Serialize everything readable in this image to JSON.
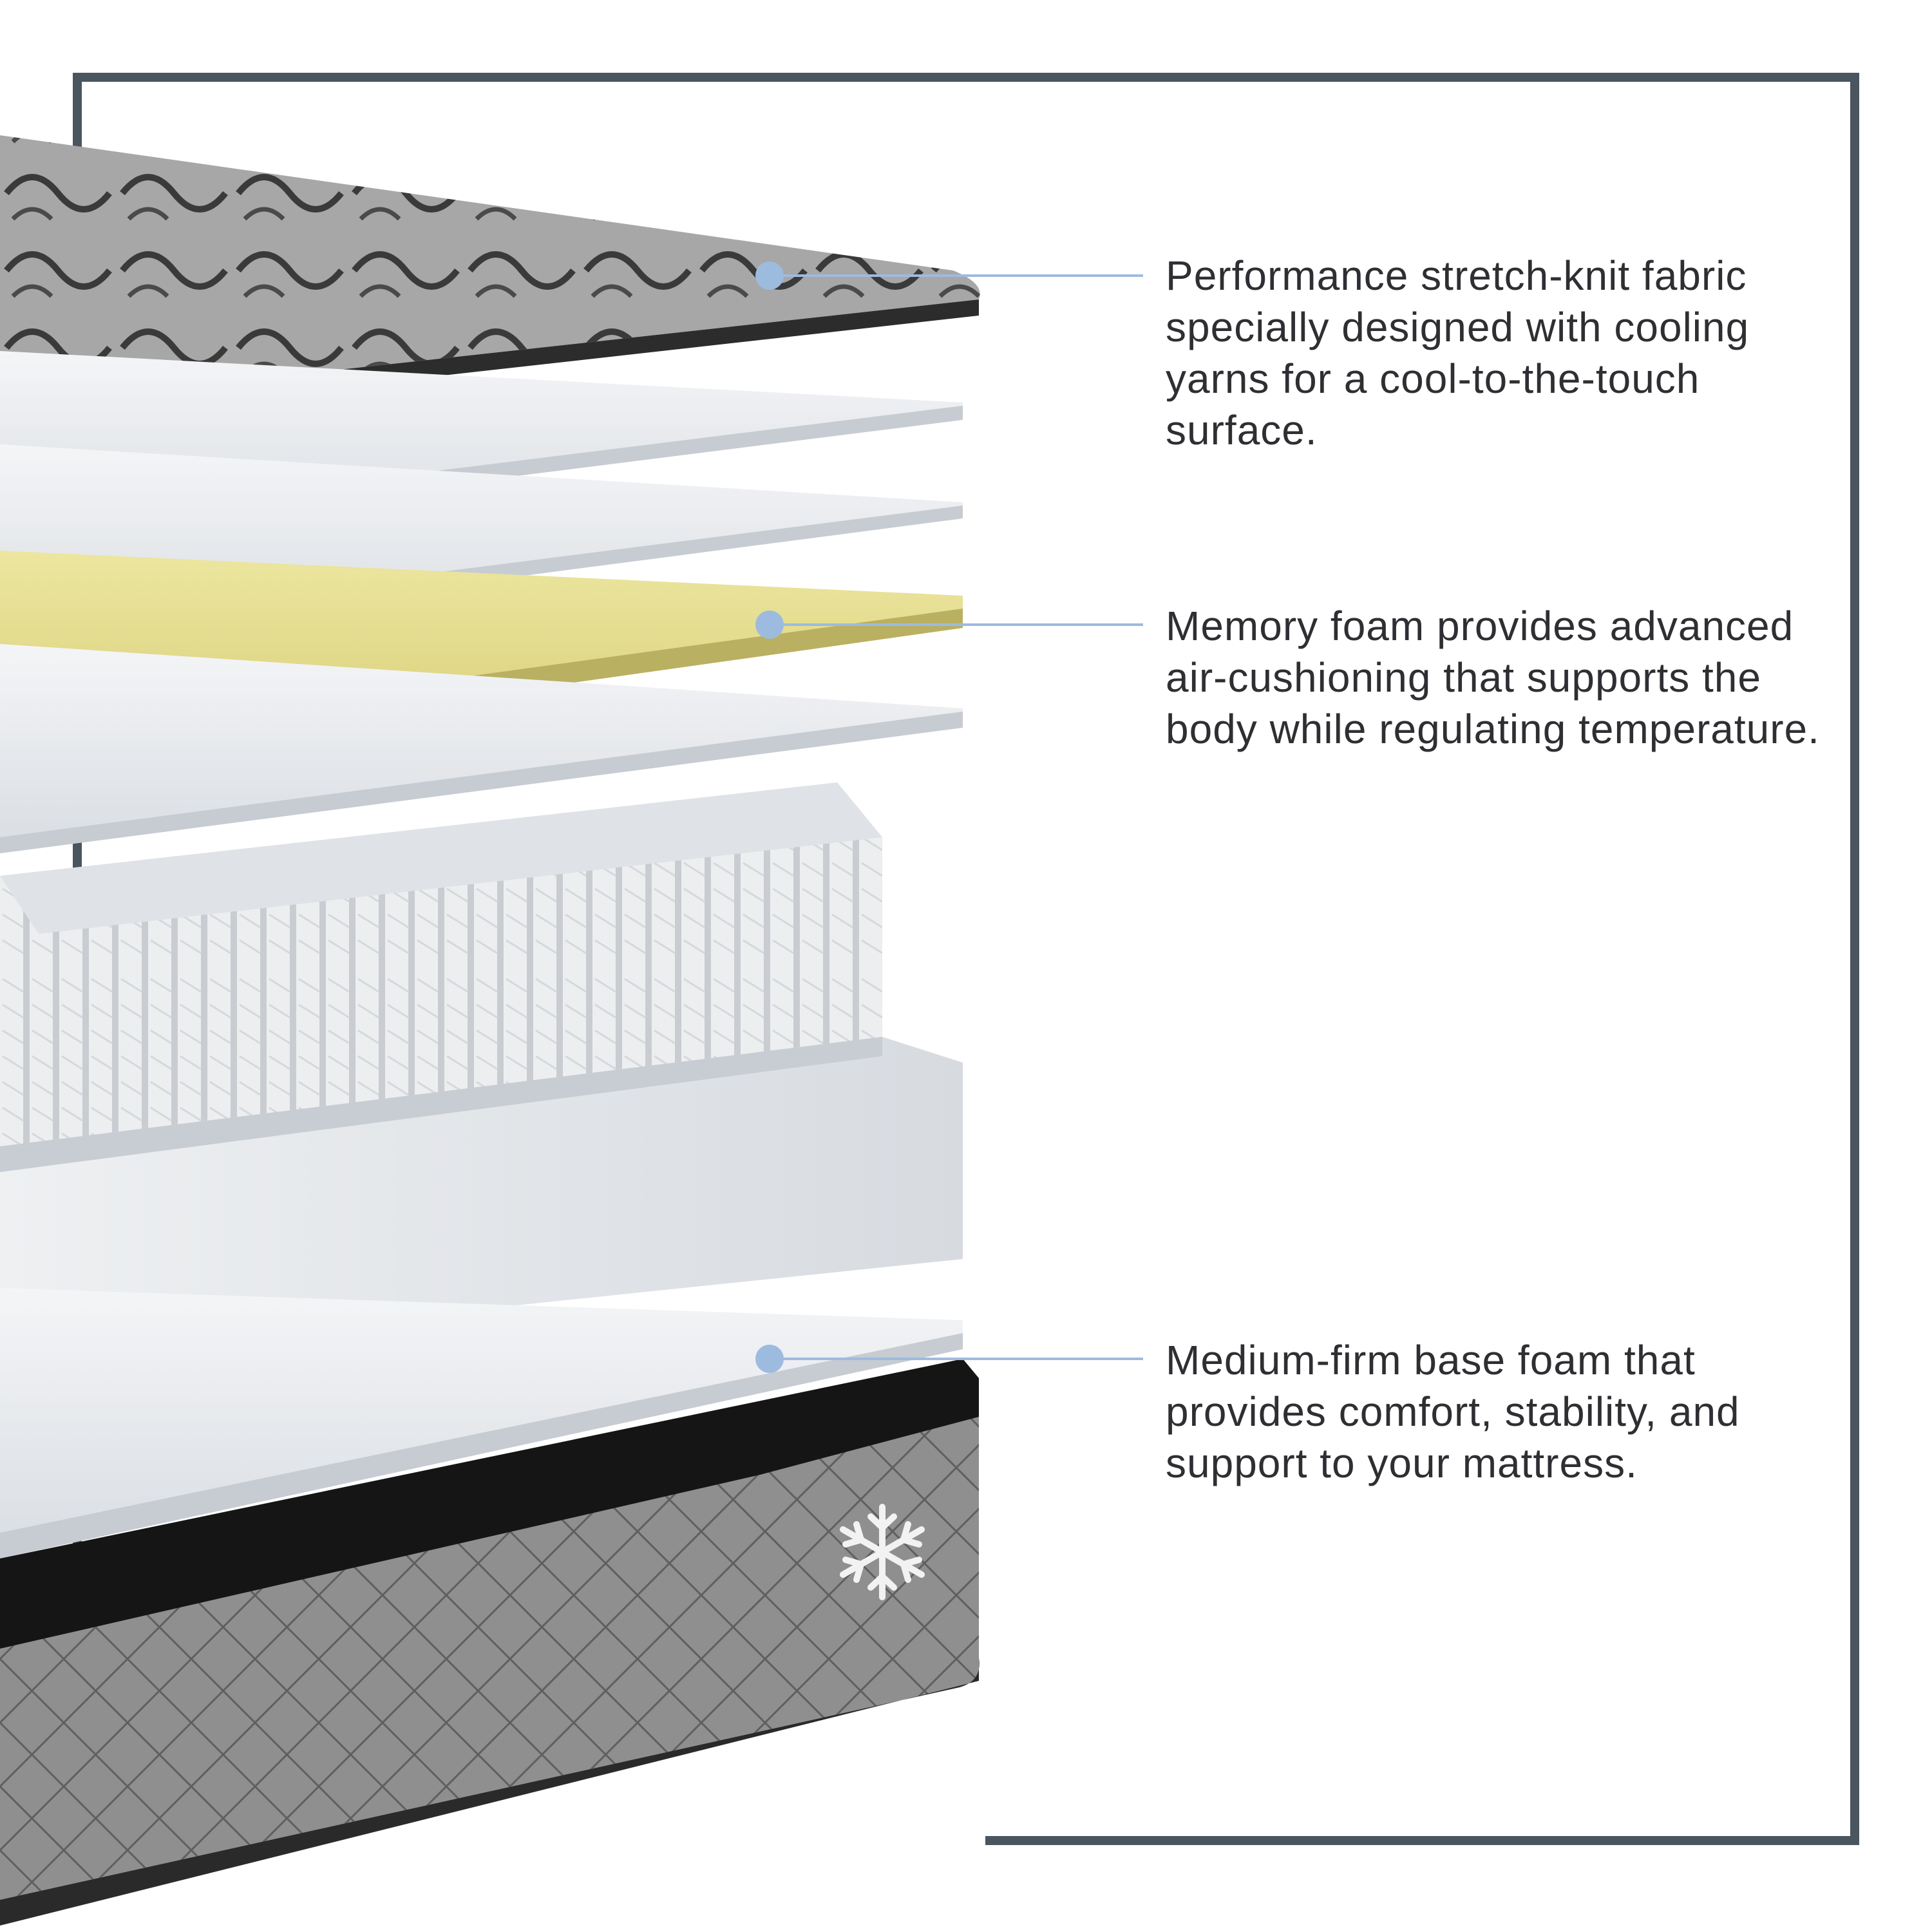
{
  "theme": {
    "frame_color": "#4a5560",
    "marker_color": "#9dbbdf",
    "text_color": "#2f2f33",
    "memory_foam_color": "#e7df8e",
    "foam_color": "#e9ebee",
    "cover_color": "#8c8c8c"
  },
  "callouts": [
    {
      "layer": "cover-fabric",
      "text": "Performance stretch-knit fabric specially designed with cooling yarns for a cool-to-the-touch surface."
    },
    {
      "layer": "memory-foam",
      "text": "Memory foam provides advanced air-cushioning that supports the body while regulating temperature."
    },
    {
      "layer": "base-foam",
      "text": "Medium-firm base foam that provides comfort, stability, and support to your mattress."
    }
  ],
  "icons": {
    "cooling_badge": "snowflake-icon"
  }
}
